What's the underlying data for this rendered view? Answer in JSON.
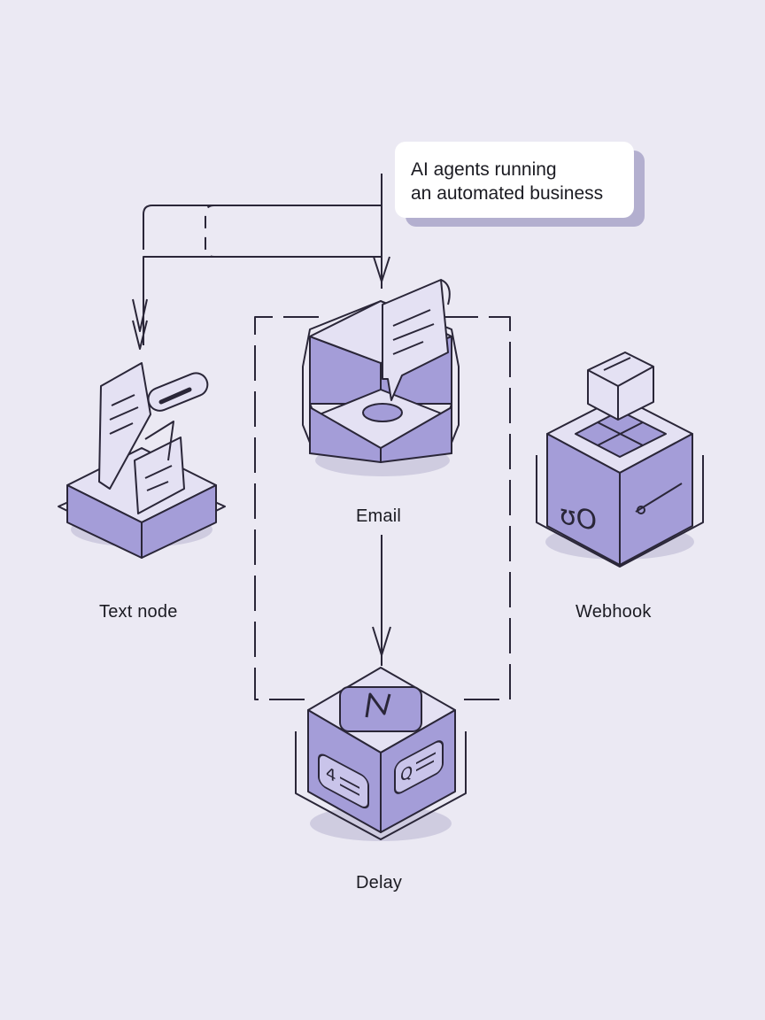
{
  "callout": {
    "line1": "AI  agents running",
    "line2": "an automated business"
  },
  "nodes": {
    "text_node": "Text node",
    "email": "Email",
    "webhook": "Webhook",
    "delay": "Delay"
  },
  "colors": {
    "background": "#ebe9f3",
    "accent": "#a49dd8",
    "light": "#e4e1f3",
    "ink": "#2a2638",
    "shadow": "#c9c6dc"
  }
}
